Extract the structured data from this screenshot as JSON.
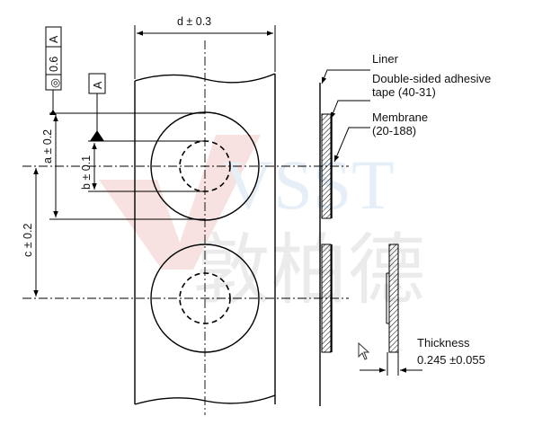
{
  "dimensions": {
    "d": "d ± 0.3",
    "a": "a ± 0.2",
    "b": "b ± 0.1",
    "c": "c ± 0.2"
  },
  "tolerance_frame": {
    "symbol": "◎",
    "value": "0.6",
    "datum": "A"
  },
  "datum_label": "A",
  "callouts": {
    "liner": "Liner",
    "tape_line1": "Double-sided adhesive",
    "tape_line2": "tape (40-31)",
    "membrane_line1": "Membrane",
    "membrane_line2": "(20-188)",
    "thickness_label": "Thickness",
    "thickness_value": "0.245 ±0.055"
  },
  "watermark": {
    "latin": "VSST",
    "cjk": "敦柏德"
  }
}
